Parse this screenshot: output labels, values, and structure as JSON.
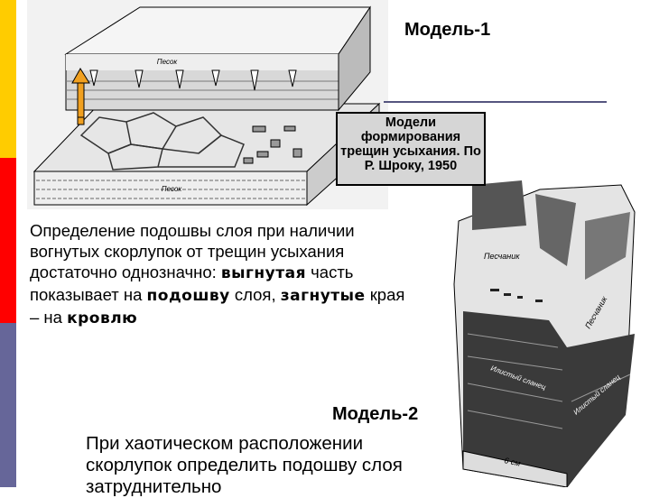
{
  "slide": {
    "model1_title": "Модель-1",
    "caption": "Модели формирования трещин усыхания. По Р. Шроку, 1950",
    "paragraph1": {
      "part1": "Определение подошвы слоя при наличии вогнутых скорлупок от трещин усыхания достаточно однозначно: ",
      "bold1": "выгнутая",
      "part2": " часть показывает на ",
      "bold2": "подошву",
      "part3": " слоя, ",
      "bold3": "загнутые",
      "part4": " края – на ",
      "bold4": "кровлю"
    },
    "model2_title": "Модель-2",
    "paragraph2": "При хаотическом расположении скорлупок определить подошву слоя затруднительно"
  },
  "figure1": {
    "label_top": "Песок",
    "label_bottom": "Песок",
    "arrow_color": "#f0a020"
  },
  "figure2": {
    "label_sandstone1": "Песчаник",
    "label_sandstone2": "Песчаник",
    "label_shale1": "Илистый сланец",
    "label_shale2": "Илистый сланец",
    "scale": "6 см"
  },
  "colors": {
    "stripe_yellow": "#ffcc00",
    "stripe_red": "#ff0000",
    "stripe_purple": "#666699"
  }
}
